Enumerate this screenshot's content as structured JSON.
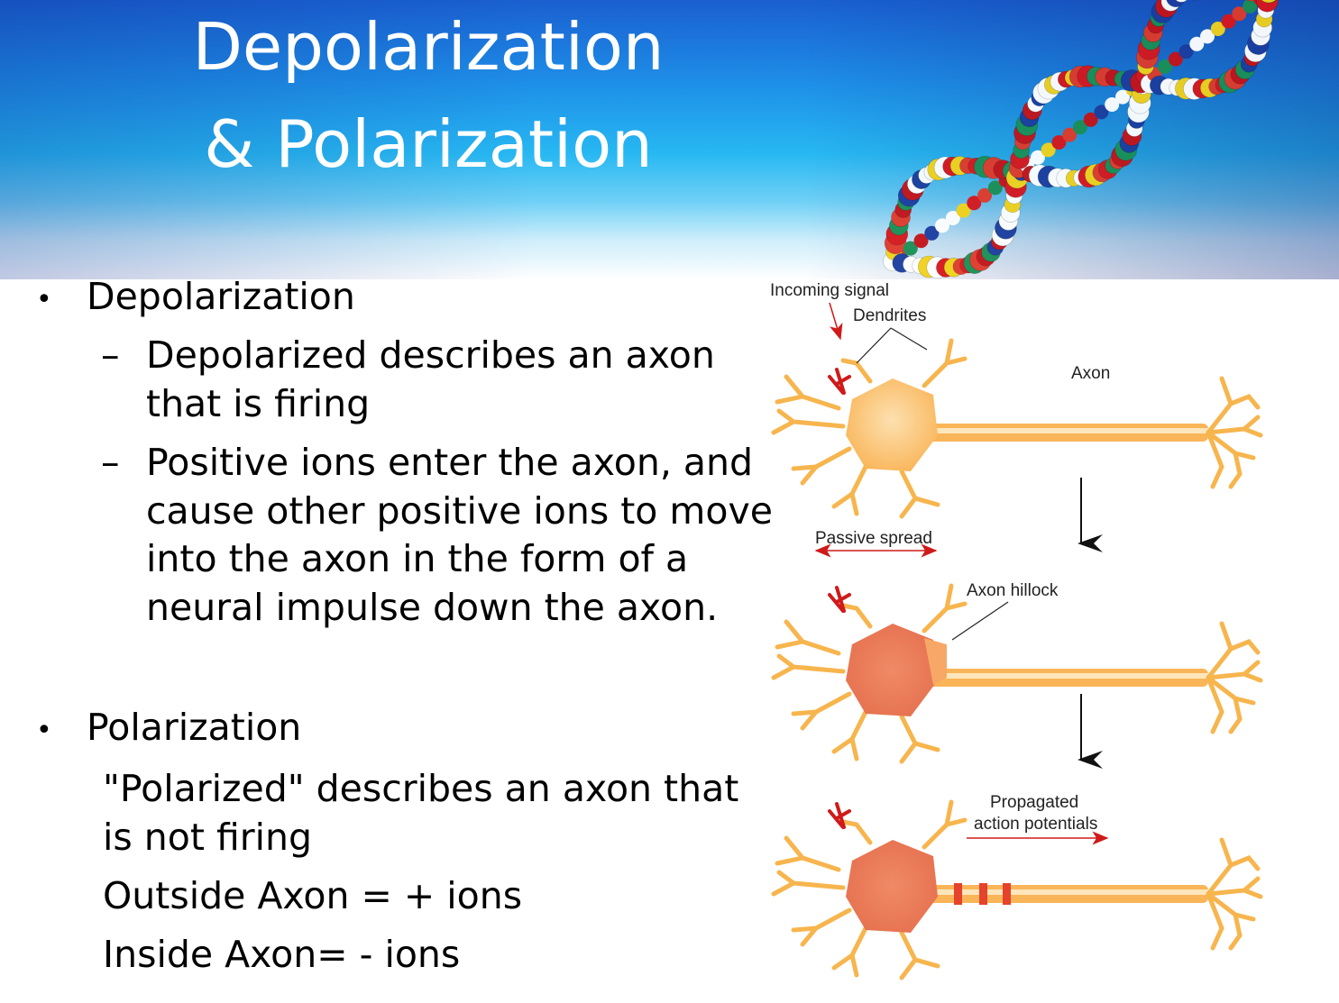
{
  "slide": {
    "title_line_1": "Depolarization",
    "title_line_2": "& Polarization"
  },
  "colors": {
    "header_blue": "#1e8fe8",
    "header_cyan": "#27b8f2",
    "title_text": "#ffffff",
    "neuron_fill": "#fbbf66",
    "neuron_active": "#ec7c5c",
    "arrow_red": "#d01a1a"
  },
  "content": {
    "bullet_1": {
      "marker": "•",
      "heading": "Depolarization",
      "subpoints": [
        {
          "marker": "–",
          "lines": [
            "Depolarized describes an axon",
            "that is firing"
          ]
        },
        {
          "marker": "–",
          "lines": [
            "Positive ions enter the axon, and",
            "cause other positive ions to move",
            "into the axon in the form of a",
            "neural impulse down the axon."
          ]
        }
      ]
    },
    "bullet_2": {
      "marker": "•",
      "heading": "Polarization",
      "lines": [
        "\"Polarized\" describes an axon that",
        "is not firing",
        "Outside Axon = + ions",
        "Inside Axon= - ions"
      ]
    }
  },
  "diagram": {
    "icons": [
      "dna-helix-image",
      "neuron-illustration",
      "down-arrow-icon"
    ],
    "labels": {
      "incoming_signal": "Incoming signal",
      "dendrites": "Dendrites",
      "axon": "Axon",
      "passive_spread": "Passive spread",
      "axon_hillock": "Axon hillock",
      "propagated_1": "Propagated",
      "propagated_2": "action potentials"
    }
  }
}
